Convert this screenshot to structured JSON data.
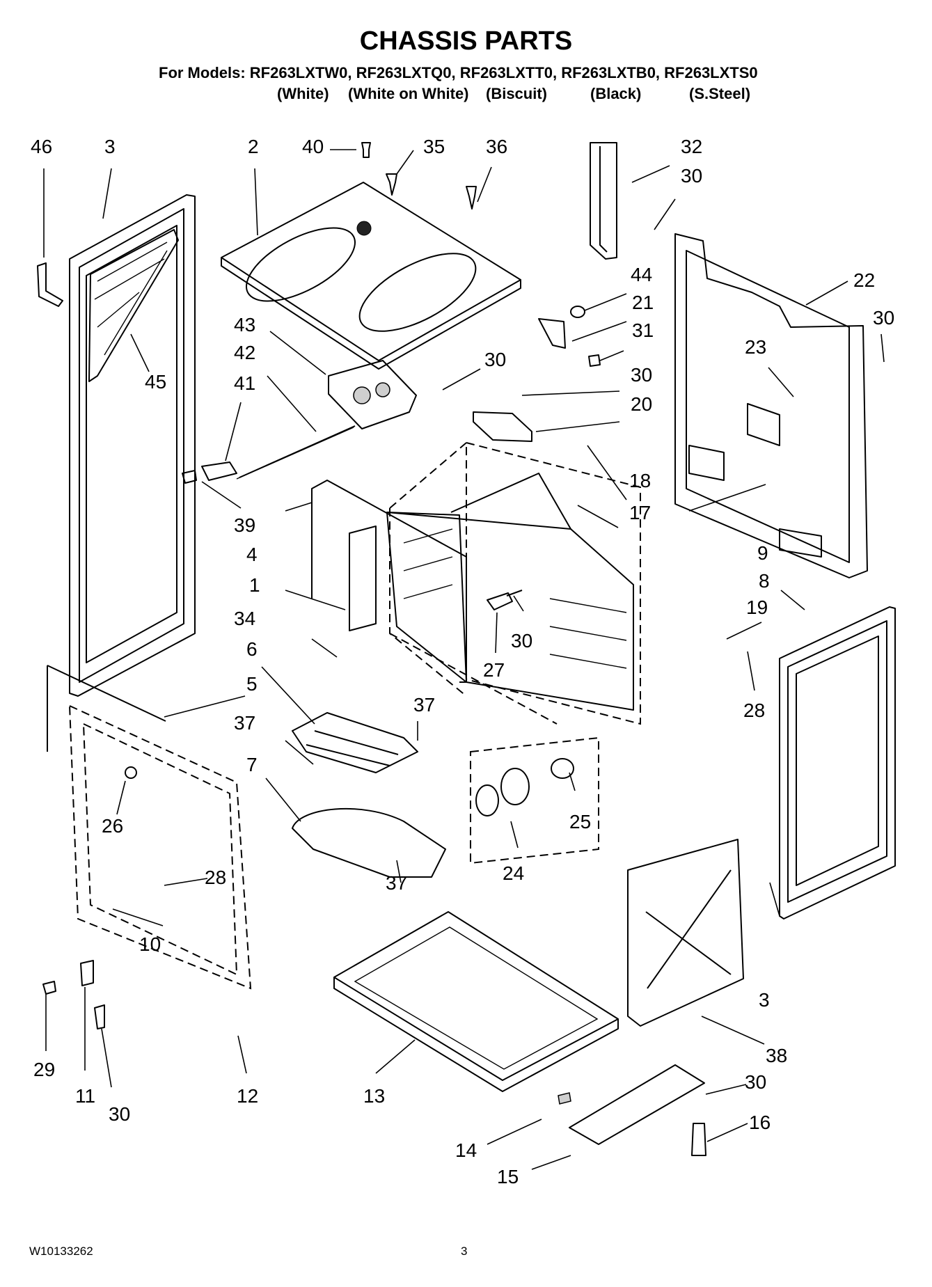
{
  "title": "CHASSIS PARTS",
  "models_line": "For Models: RF263LXTW0, RF263LXTQ0, RF263LXTT0, RF263LXTB0, RF263LXTS0",
  "colors": [
    "(White)",
    "(White on White)",
    "(Biscuit)",
    "(Black)",
    "(S.Steel)"
  ],
  "footer": {
    "doc_number": "W10133262",
    "page_number": "3"
  },
  "callouts": [
    "46",
    "3",
    "2",
    "40",
    "35",
    "36",
    "32",
    "30",
    "45",
    "43",
    "42",
    "41",
    "30",
    "44",
    "21",
    "31",
    "30",
    "20",
    "22",
    "30",
    "23",
    "39",
    "4",
    "1",
    "34",
    "18",
    "17",
    "9",
    "30",
    "27",
    "8",
    "19",
    "28",
    "6",
    "5",
    "37",
    "37",
    "26",
    "7",
    "25",
    "24",
    "28",
    "37",
    "10",
    "29",
    "11",
    "30",
    "12",
    "13",
    "38",
    "3",
    "30",
    "16",
    "14",
    "15"
  ]
}
